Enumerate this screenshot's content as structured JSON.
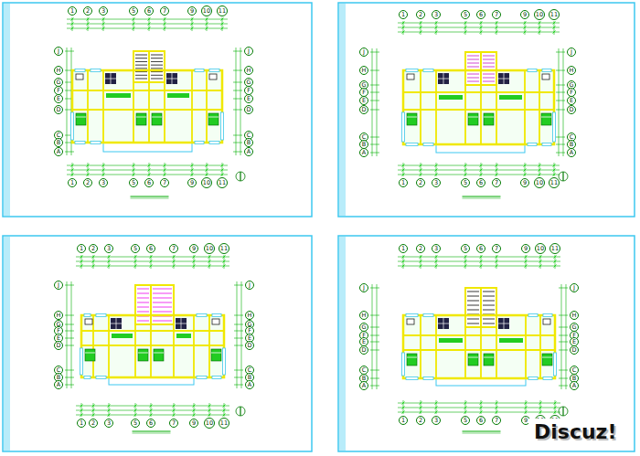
{
  "diagram": {
    "nodes": [
      {
        "text": [
          "1"
        ]
      },
      {
        "text": [
          "2"
        ]
      },
      {
        "text": [
          "3"
        ]
      },
      {
        "text": [
          "5"
        ]
      },
      {
        "text": [
          "6"
        ]
      },
      {
        "text": [
          "7"
        ]
      },
      {
        "text": [
          "9"
        ]
      },
      {
        "text": [
          "10"
        ]
      },
      {
        "text": [
          "11"
        ]
      },
      {
        "text": [
          "J"
        ]
      },
      {
        "text": [
          "H"
        ]
      },
      {
        "text": [
          "G"
        ]
      },
      {
        "text": [
          "F"
        ]
      },
      {
        "text": [
          "E"
        ]
      },
      {
        "text": [
          "D"
        ]
      },
      {
        "text": [
          "C"
        ]
      },
      {
        "text": [
          "B"
        ]
      },
      {
        "text": [
          "A"
        ]
      },
      {
        "text": [
          "J"
        ]
      },
      {
        "text": [
          "H"
        ]
      },
      {
        "text": [
          "G"
        ]
      },
      {
        "text": [
          "F"
        ]
      },
      {
        "text": [
          "E"
        ]
      },
      {
        "text": [
          "D"
        ]
      },
      {
        "text": [
          "C"
        ]
      },
      {
        "text": [
          "B"
        ]
      },
      {
        "text": [
          "A"
        ]
      },
      {
        "text": [
          "1"
        ]
      },
      {
        "text": [
          "2"
        ]
      },
      {
        "text": [
          "3"
        ]
      },
      {
        "text": [
          "5"
        ]
      },
      {
        "text": [
          "6"
        ]
      },
      {
        "text": [
          "7"
        ]
      },
      {
        "text": [
          "9"
        ]
      },
      {
        "text": [
          "10"
        ]
      },
      {
        "text": [
          "11"
        ]
      },
      {
        "text": [
          "1"
        ]
      },
      {
        "text": [
          "2"
        ]
      },
      {
        "text": [
          "3"
        ]
      },
      {
        "text": [
          "5"
        ]
      },
      {
        "text": [
          "6"
        ]
      },
      {
        "text": [
          "7"
        ]
      },
      {
        "text": [
          "9"
        ]
      },
      {
        "text": [
          "10"
        ]
      },
      {
        "text": [
          "11"
        ]
      },
      {
        "text": [
          "J"
        ]
      },
      {
        "text": [
          "H"
        ]
      },
      {
        "text": [
          "G"
        ]
      },
      {
        "text": [
          "F"
        ]
      },
      {
        "text": [
          "E"
        ]
      },
      {
        "text": [
          "D"
        ]
      },
      {
        "text": [
          "C"
        ]
      },
      {
        "text": [
          "B"
        ]
      },
      {
        "text": [
          "A"
        ]
      },
      {
        "text": [
          "J"
        ]
      },
      {
        "text": [
          "H"
        ]
      },
      {
        "text": [
          "G"
        ]
      },
      {
        "text": [
          "F"
        ]
      },
      {
        "text": [
          "E"
        ]
      },
      {
        "text": [
          "D"
        ]
      },
      {
        "text": [
          "C"
        ]
      },
      {
        "text": [
          "B"
        ]
      },
      {
        "text": [
          "A"
        ]
      },
      {
        "text": [
          "1"
        ]
      },
      {
        "text": [
          "2"
        ]
      },
      {
        "text": [
          "3"
        ]
      },
      {
        "text": [
          "5"
        ]
      },
      {
        "text": [
          "6"
        ]
      },
      {
        "text": [
          "7"
        ]
      },
      {
        "text": [
          "9"
        ]
      },
      {
        "text": [
          "10"
        ]
      },
      {
        "text": [
          "11"
        ]
      },
      {
        "text": [
          "1"
        ]
      },
      {
        "text": [
          "2"
        ]
      },
      {
        "text": [
          "3"
        ]
      },
      {
        "text": [
          "5"
        ]
      },
      {
        "text": [
          "6"
        ]
      },
      {
        "text": [
          "7"
        ]
      },
      {
        "text": [
          "9"
        ]
      },
      {
        "text": [
          "10"
        ]
      },
      {
        "text": [
          "11"
        ]
      },
      {
        "text": [
          "J"
        ]
      },
      {
        "text": [
          "H"
        ]
      },
      {
        "text": [
          "G"
        ]
      },
      {
        "text": [
          "F"
        ]
      },
      {
        "text": [
          "E"
        ]
      },
      {
        "text": [
          "D"
        ]
      },
      {
        "text": [
          "C"
        ]
      },
      {
        "text": [
          "B"
        ]
      },
      {
        "text": [
          "A"
        ]
      },
      {
        "text": [
          "J"
        ]
      },
      {
        "text": [
          "H"
        ]
      },
      {
        "text": [
          "G"
        ]
      },
      {
        "text": [
          "F"
        ]
      },
      {
        "text": [
          "E"
        ]
      },
      {
        "text": [
          "D"
        ]
      },
      {
        "text": [
          "C"
        ]
      },
      {
        "text": [
          "B"
        ]
      },
      {
        "text": [
          "A"
        ]
      },
      {
        "text": [
          "1"
        ]
      },
      {
        "text": [
          "2"
        ]
      },
      {
        "text": [
          "3"
        ]
      },
      {
        "text": [
          "5"
        ]
      },
      {
        "text": [
          "6"
        ]
      },
      {
        "text": [
          "7"
        ]
      },
      {
        "text": [
          "9"
        ]
      },
      {
        "text": [
          "10"
        ]
      },
      {
        "text": [
          "11"
        ]
      },
      {
        "text": [
          "1"
        ]
      },
      {
        "text": [
          "2"
        ]
      },
      {
        "text": [
          "3"
        ]
      },
      {
        "text": [
          "5"
        ]
      },
      {
        "text": [
          "6"
        ]
      },
      {
        "text": [
          "7"
        ]
      },
      {
        "text": [
          "9"
        ]
      },
      {
        "text": [
          "10"
        ]
      },
      {
        "text": [
          "11"
        ]
      },
      {
        "text": [
          "J"
        ]
      },
      {
        "text": [
          "H"
        ]
      },
      {
        "text": [
          "G"
        ]
      },
      {
        "text": [
          "F"
        ]
      },
      {
        "text": [
          "E"
        ]
      },
      {
        "text": [
          "D"
        ]
      },
      {
        "text": [
          "C"
        ]
      },
      {
        "text": [
          "B"
        ]
      },
      {
        "text": [
          "A"
        ]
      },
      {
        "text": [
          "J"
        ]
      },
      {
        "text": [
          "H"
        ]
      },
      {
        "text": [
          "G"
        ]
      },
      {
        "text": [
          "F"
        ]
      },
      {
        "text": [
          "E"
        ]
      },
      {
        "text": [
          "D"
        ]
      },
      {
        "text": [
          "C"
        ]
      },
      {
        "text": [
          "B"
        ]
      },
      {
        "text": [
          "A"
        ]
      },
      {
        "text": [
          "1"
        ]
      },
      {
        "text": [
          "2"
        ]
      },
      {
        "text": [
          "3"
        ]
      },
      {
        "text": [
          "5"
        ]
      },
      {
        "text": [
          "6"
        ]
      },
      {
        "text": [
          "7"
        ]
      },
      {
        "text": [
          "9"
        ]
      },
      {
        "text": [
          "10"
        ]
      },
      {
        "text": [
          "11"
        ]
      }
    ],
    "labels": [
      "Discuz!"
    ]
  }
}
